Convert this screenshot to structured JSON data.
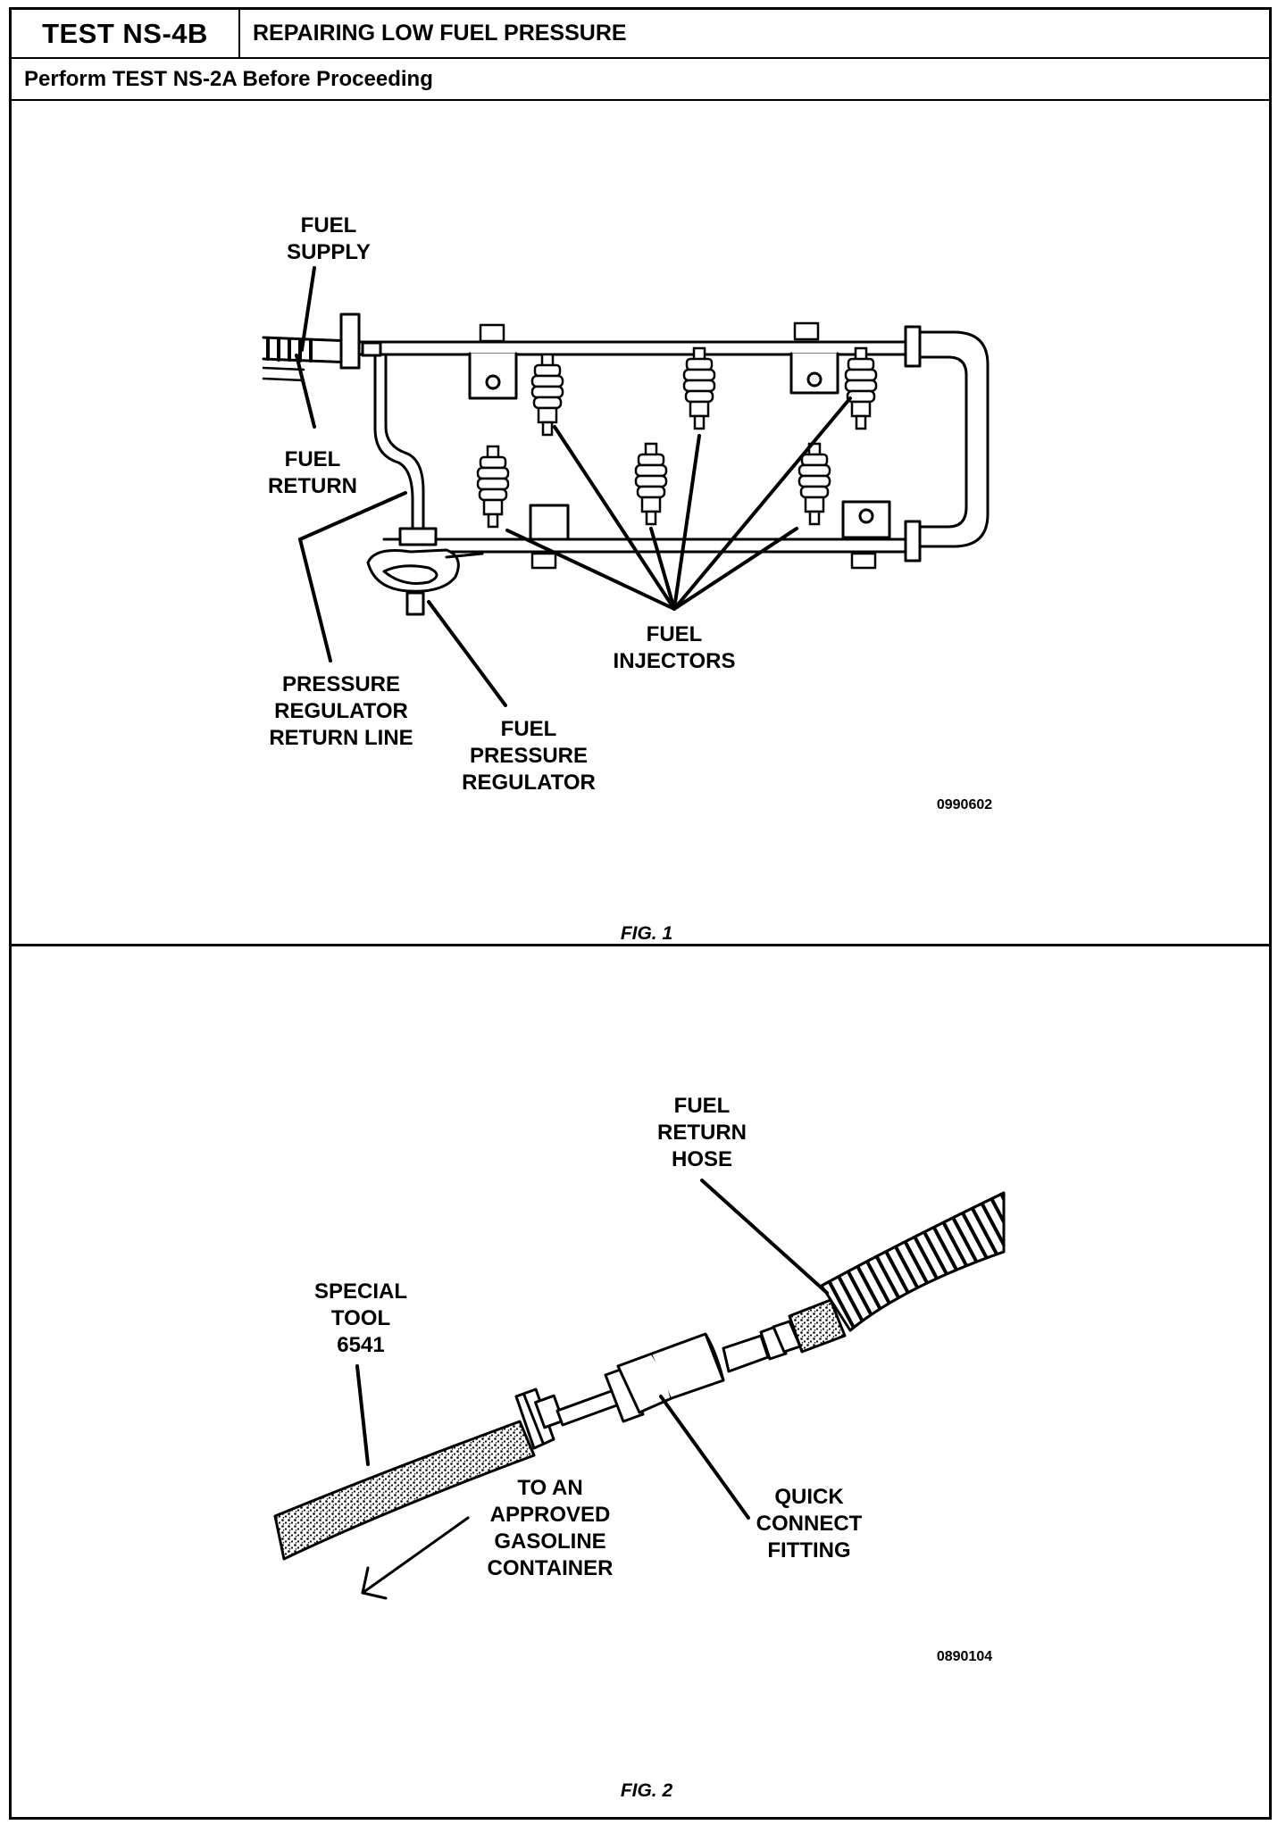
{
  "header": {
    "test_id": "TEST NS-4B",
    "title": "REPAIRING LOW FUEL PRESSURE",
    "prerequisite": "Perform TEST NS-2A Before Proceeding"
  },
  "fig1": {
    "caption": "FIG. 1",
    "code": "0990602",
    "labels": {
      "fuel_supply": [
        "FUEL",
        "SUPPLY"
      ],
      "fuel_return": [
        "FUEL",
        "RETURN"
      ],
      "pressure_regulator_return_line": [
        "PRESSURE",
        "REGULATOR",
        "RETURN LINE"
      ],
      "fuel_pressure_regulator": [
        "FUEL",
        "PRESSURE",
        "REGULATOR"
      ],
      "fuel_injectors": [
        "FUEL",
        "INJECTORS"
      ]
    }
  },
  "fig2": {
    "caption": "FIG. 2",
    "code": "0890104",
    "labels": {
      "fuel_return_hose": [
        "FUEL",
        "RETURN",
        "HOSE"
      ],
      "special_tool": [
        "SPECIAL",
        "TOOL",
        "6541"
      ],
      "approved_container": [
        "TO AN",
        "APPROVED",
        "GASOLINE",
        "CONTAINER"
      ],
      "quick_connect": [
        "QUICK",
        "CONNECT",
        "FITTING"
      ]
    }
  }
}
